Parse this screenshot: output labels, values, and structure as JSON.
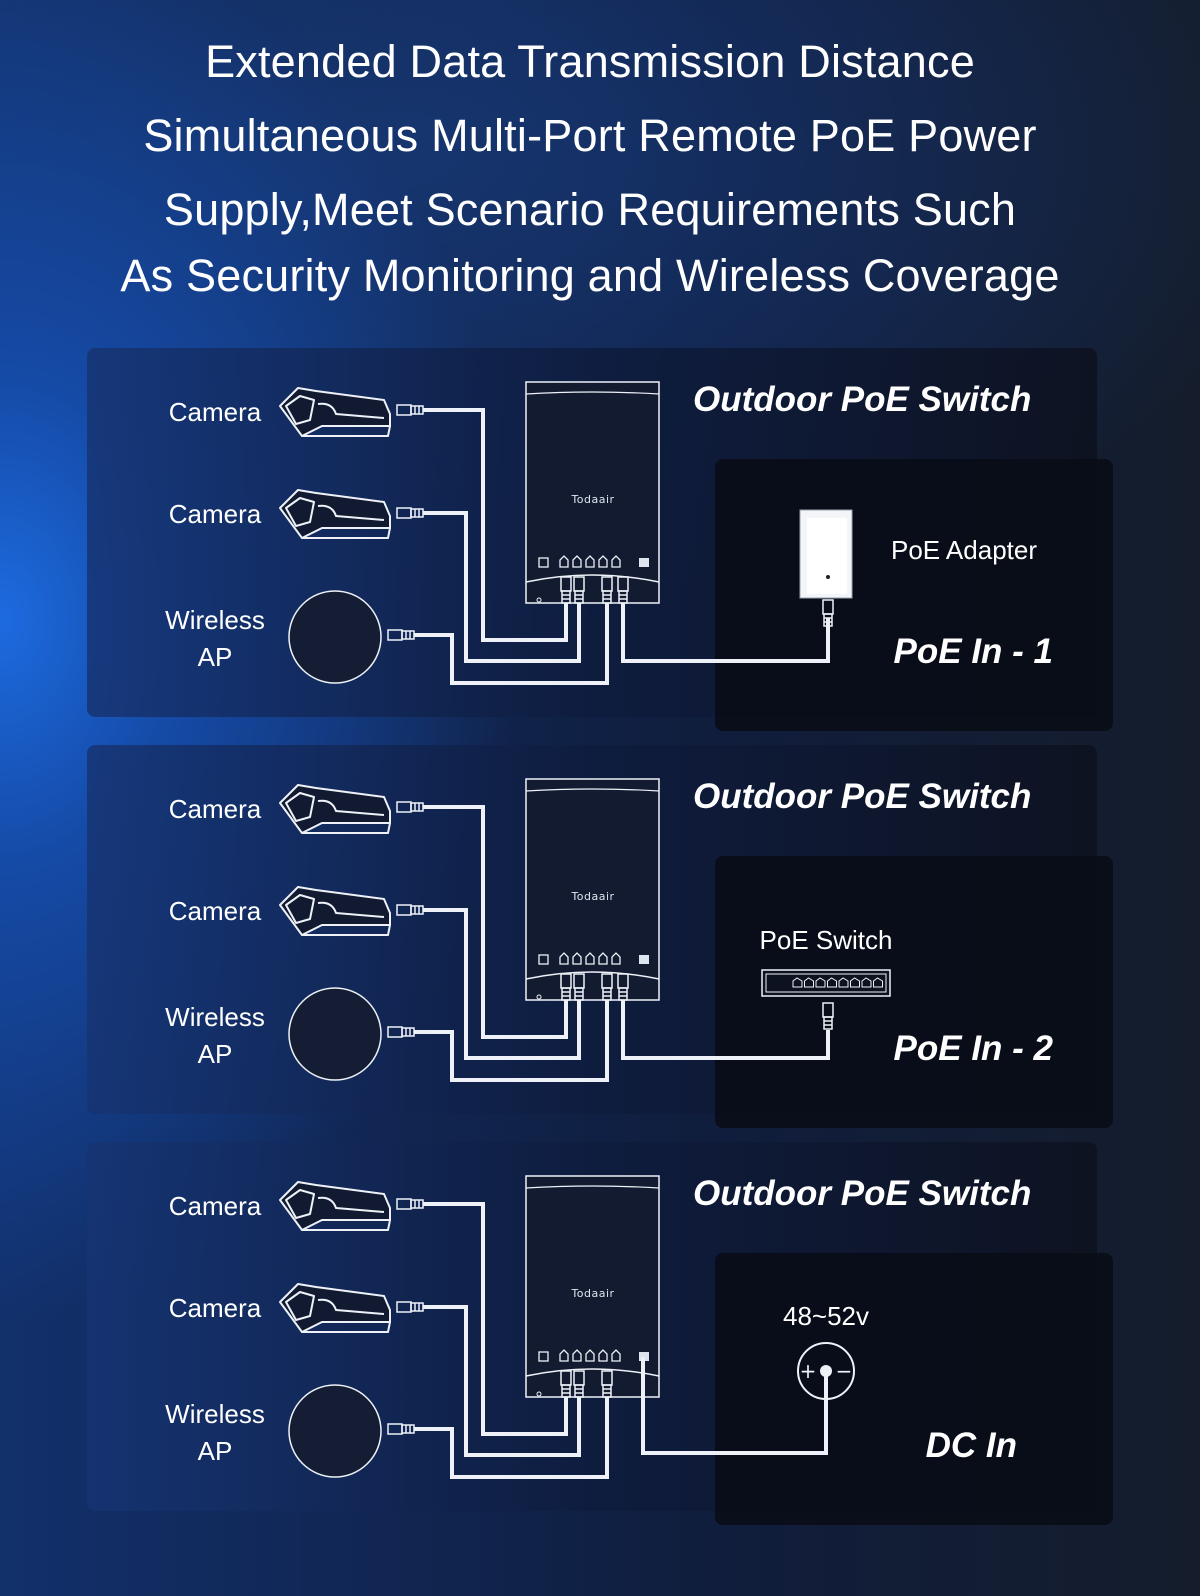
{
  "headline": [
    "Extended Data Transmission Distance",
    "Simultaneous Multi-Port Remote PoE Power",
    "Supply,Meet Scenario Requirements Such",
    "As Security Monitoring and Wireless Coverage"
  ],
  "panels": [
    {
      "title": "Outdoor PoE Switch",
      "brand": "Todaair",
      "devices": [
        "Camera",
        "Camera",
        "Wireless",
        "AP"
      ],
      "source_label": "PoE Adapter",
      "mode": "PoE In - 1",
      "variant": "adapter"
    },
    {
      "title": "Outdoor PoE Switch",
      "brand": "Todaair",
      "devices": [
        "Camera",
        "Camera",
        "Wireless",
        "AP"
      ],
      "source_label": "PoE Switch",
      "mode": "PoE In - 2",
      "variant": "switch"
    },
    {
      "title": "Outdoor PoE Switch",
      "brand": "Todaair",
      "devices": [
        "Camera",
        "Camera",
        "Wireless",
        "AP"
      ],
      "source_label": "48~52v",
      "mode": "DC In",
      "variant": "dc"
    }
  ]
}
